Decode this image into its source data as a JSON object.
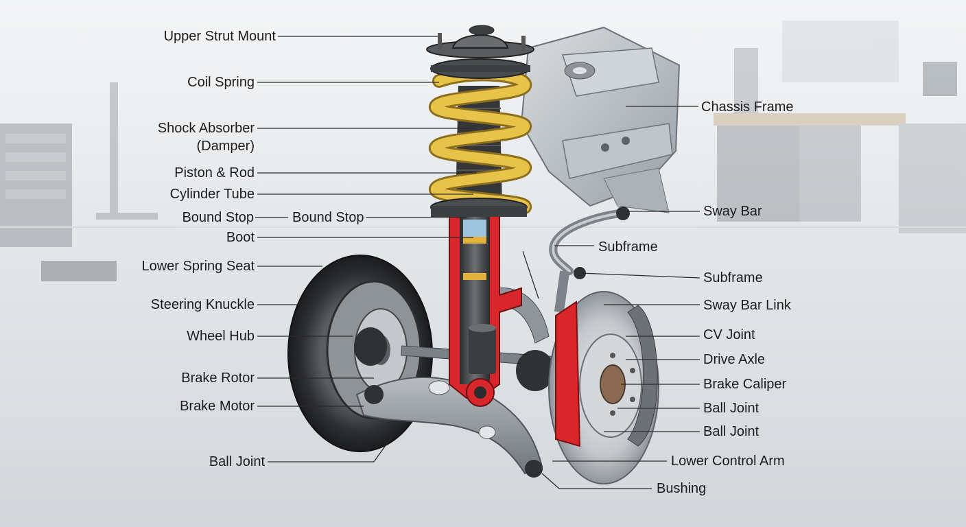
{
  "labels_left": [
    "Upper Strut Mount",
    "Coil Spring",
    "Shock Absorber",
    "(Damper)",
    "Piston & Rod",
    "Cylinder Tube",
    "Bound Stop",
    "Boot",
    "Lower Spring Seat",
    "Steering Knuckle",
    "Wheel Hub",
    "Brake Rotor",
    "Brake Motor",
    "Ball Joint"
  ],
  "labels_mid": [
    "Bound Stop",
    "Subframe"
  ],
  "labels_right": [
    "Chassis Frame",
    "Sway Bar",
    "Subframe",
    "Sway Bar Link",
    "CV Joint",
    "Drive Axle",
    "Brake Caliper",
    "Ball Joint",
    "Ball Joint",
    "Lower Control Arm",
    "Bushing"
  ],
  "colors": {
    "spring": "#e7c34a",
    "cutaway": "#d8262a",
    "metal": "#9aa2aa",
    "background": "#e6e9ec"
  }
}
